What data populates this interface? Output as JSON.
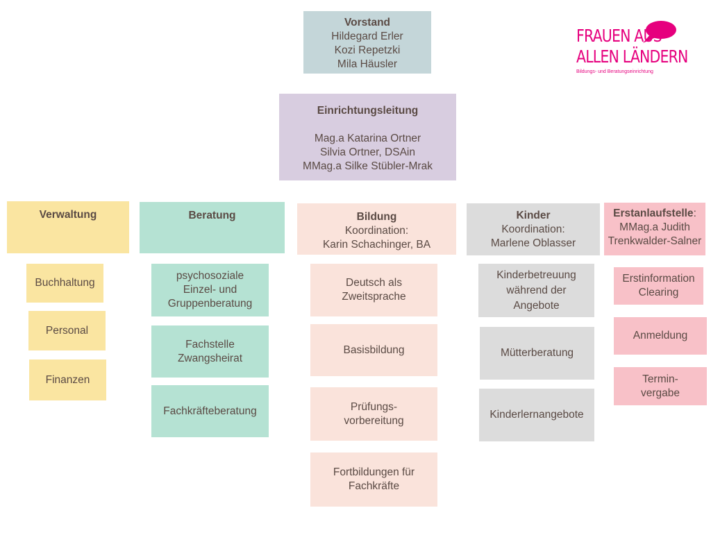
{
  "logo": {
    "line1": "FRAUEN AUS",
    "line2": "ALLEN LÄNDERN",
    "subtitle": "Bildungs- und Beratungseinrichtung",
    "color": "#e6007e"
  },
  "vorstand": {
    "title": "Vorstand",
    "members": [
      "Hildegard Erler",
      "Kozi Repetzki",
      "Mila Häusler"
    ]
  },
  "leitung": {
    "title": "Einrichtungsleitung",
    "members": [
      "Mag.a Katarina Ortner",
      "Silvia Ortner, DSAin",
      "MMag.a Silke Stübler-Mrak"
    ]
  },
  "departments": {
    "verwaltung": {
      "title": "Verwaltung",
      "items": [
        "Buchhaltung",
        "Personal",
        "Finanzen"
      ]
    },
    "beratung": {
      "title": "Beratung",
      "items": [
        "psychosoziale Einzel- und Gruppenberatung",
        "Fachstelle Zwangsheirat",
        "Fachkräfteberatung"
      ]
    },
    "bildung": {
      "title": "Bildung",
      "coord_label": "Koordination:",
      "coord_name": "Karin Schachinger, BA",
      "items": [
        "Deutsch als Zweitsprache",
        "Basisbildung",
        "Prüfungs- vorbereitung",
        "Fortbildungen für Fachkräfte"
      ]
    },
    "kinder": {
      "title": "Kinder",
      "coord_label": "Koordination:",
      "coord_name": "Marlene Oblasser",
      "items": [
        "Kinderbetreuung während der Angebote",
        "Mütterberatung",
        "Kinderlernangebote"
      ]
    },
    "erstanlauf": {
      "title": "Erstanlaufstelle",
      "title_suffix": ":",
      "line2": "MMag.a Judith",
      "line3": "Trenkwalder-Salner",
      "items": [
        "Erstinformation Clearing",
        "Anmeldung",
        "Termin- vergabe"
      ]
    }
  },
  "colors": {
    "vorstand": "#c4d6d9",
    "leitung": "#d8cde0",
    "verwaltung": "#fae5a1",
    "beratung": "#b5e2d3",
    "bildung": "#fae3db",
    "kinder": "#dcdcdc",
    "erstanlauf": "#f8c1c8"
  }
}
